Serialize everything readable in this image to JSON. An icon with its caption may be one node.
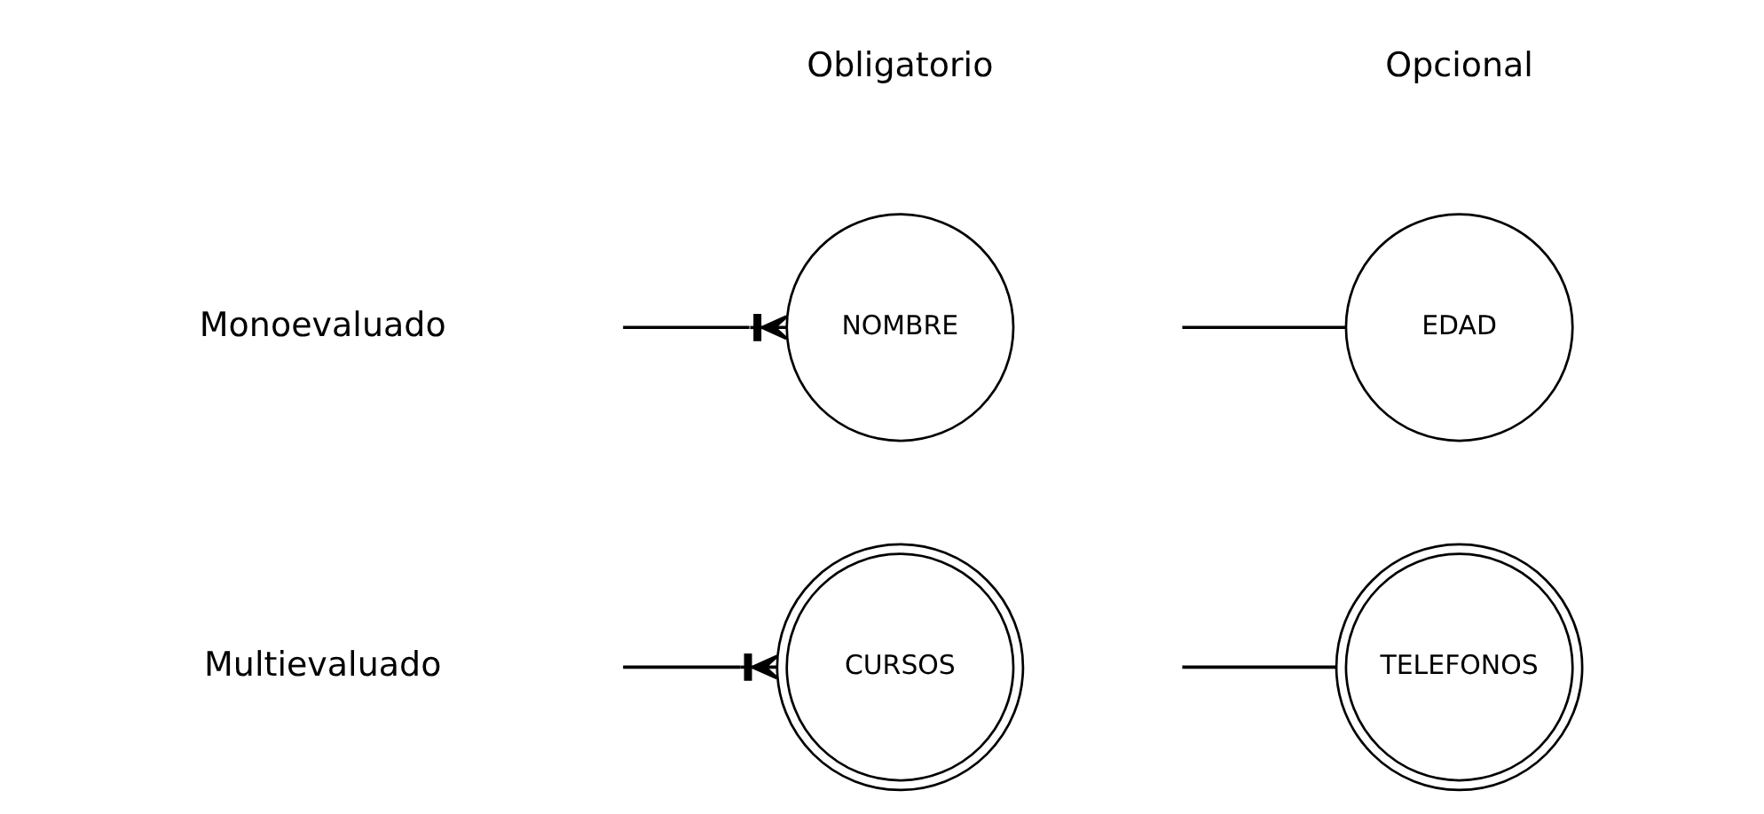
{
  "diagram": {
    "nodes": [
      {
        "text": [
          "CURSOS"
        ]
      },
      {
        "text": [
          "TELEFONOS"
        ]
      },
      {
        "text": [
          "NOMBRE"
        ]
      },
      {
        "text": [
          "EDAD"
        ]
      }
    ],
    "edges": [
      {
        "from": null,
        "to": 0,
        "arrow": "other"
      },
      {
        "from": null,
        "to": 1,
        "arrow": "none"
      },
      {
        "from": null,
        "to": 2,
        "arrow": "other"
      },
      {
        "from": null,
        "to": 3,
        "arrow": "none"
      }
    ],
    "labels": [
      "Obligatorio",
      "Opcional",
      "Multievaluado",
      "Monoevaluado"
    ]
  }
}
